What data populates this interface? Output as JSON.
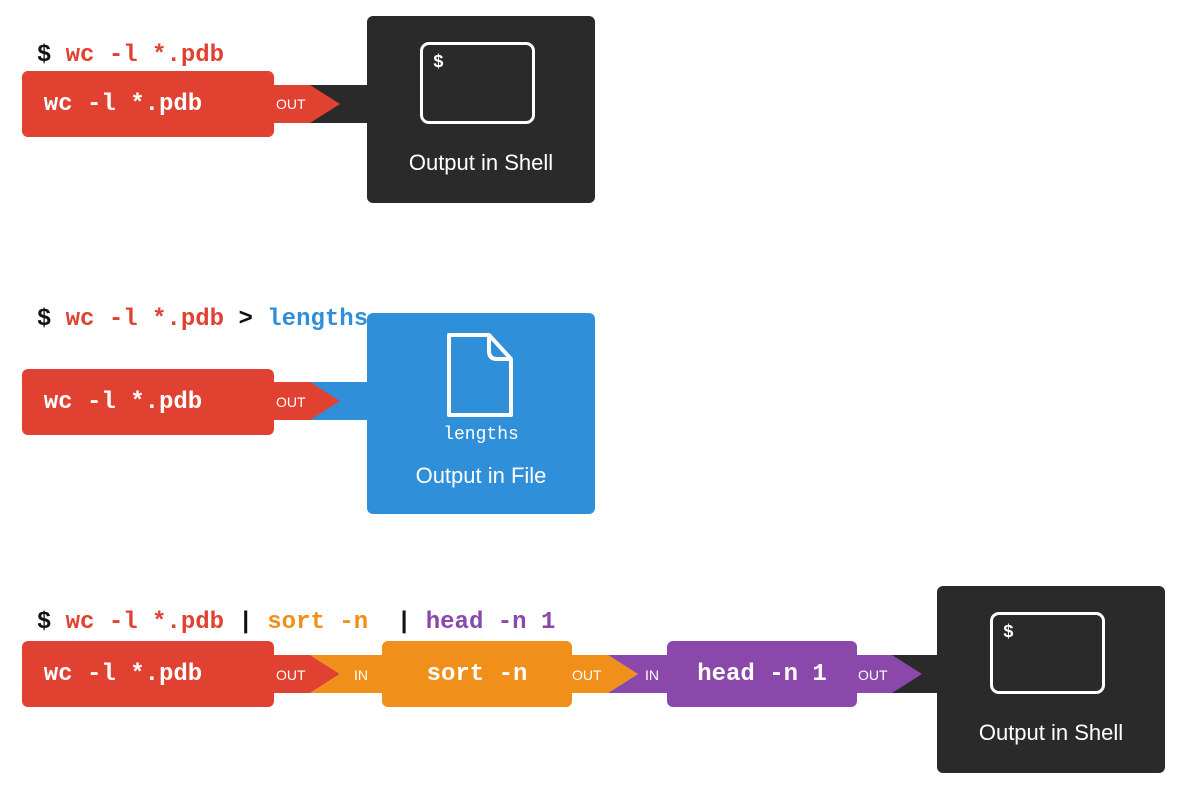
{
  "colors": {
    "wc": "#e04130",
    "file": "#2f8fd8",
    "sort": "#f08f1a",
    "head": "#8b48ab",
    "shell": "#2a2a2a"
  },
  "icons": [
    "terminal-icon",
    "document-icon"
  ],
  "example1": {
    "prompt": "$",
    "command": "wc -l *.pdb",
    "stage_label": "wc -l *.pdb",
    "out_port": "OUT",
    "terminal_prompt": "$",
    "destination": "Output in Shell"
  },
  "example2": {
    "prompt": "$",
    "command": "wc -l *.pdb",
    "redirect": ">",
    "target": "lengths",
    "stage_label": "wc -l *.pdb",
    "out_port": "OUT",
    "file_name": "lengths",
    "destination": "Output in File"
  },
  "example3": {
    "prompt": "$",
    "command1": "wc -l *.pdb",
    "pipe1": "|",
    "command2": "sort -n",
    "pipe2": "|",
    "command3": "head -n 1",
    "stage1_label": "wc -l *.pdb",
    "stage1_out": "OUT",
    "stage2_in": "IN",
    "stage2_label": "sort -n",
    "stage2_out": "OUT",
    "stage3_in": "IN",
    "stage3_label": "head -n 1",
    "stage3_out": "OUT",
    "terminal_prompt": "$",
    "destination": "Output in Shell"
  }
}
